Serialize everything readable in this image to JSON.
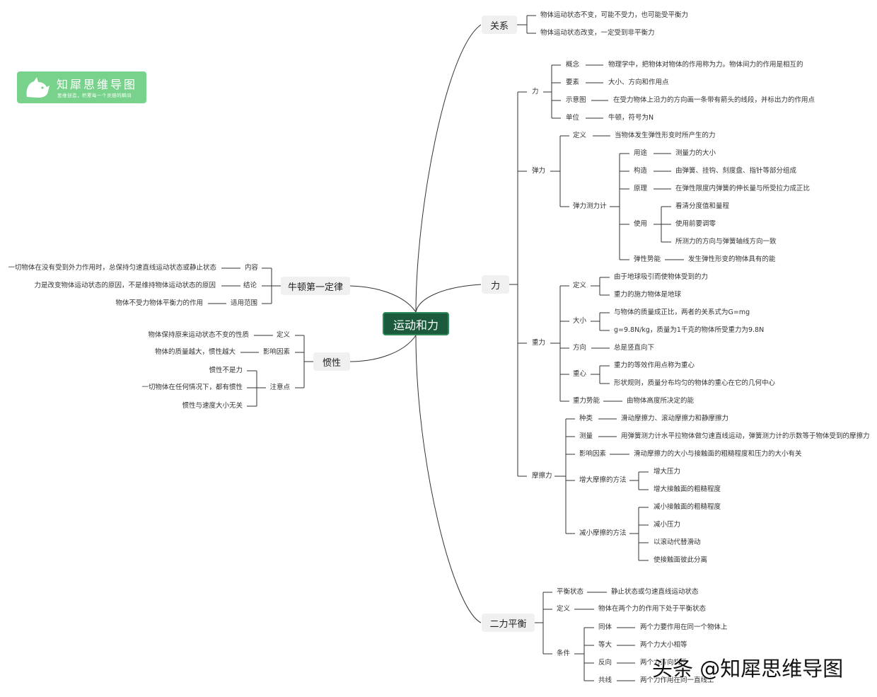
{
  "center": "运动和力",
  "logo": {
    "title": "知犀思维导图",
    "subtitle": "思维创造，积累每一个灵感的瞬间"
  },
  "watermark": "头条 @知犀思维导图",
  "relation": {
    "label": "关系",
    "items": [
      "物体运动状态不变，可能不受力，也可能受平衡力",
      "物体运动状态改变，一定受到非平衡力"
    ]
  },
  "force": {
    "label": "力",
    "basic": {
      "label": "力",
      "items": [
        {
          "k": "概念",
          "v": "物理学中，把物体对物体的作用称为力。物体间力的作用是相互的"
        },
        {
          "k": "要素",
          "v": "大小、方向和作用点"
        },
        {
          "k": "示意图",
          "v": "在受力物体上沿力的方向画一条带有箭头的线段，并标出力的作用点"
        },
        {
          "k": "单位",
          "v": "牛顿，符号为N"
        }
      ]
    },
    "elastic": {
      "label": "弹力",
      "def_k": "定义",
      "def_v": "当物体发生弹性形变时所产生的力",
      "meter": {
        "label": "弹力测力计",
        "use_k": "用途",
        "use_v": "测量力的大小",
        "build_k": "构造",
        "build_v": "由弹簧、挂钩、刻度盘、指针等部分组成",
        "principle_k": "原理",
        "principle_v": "在弹性限度内弹簧的伸长量与所受拉力成正比",
        "usage_k": "使用",
        "usage_items": [
          "看清分度值和量程",
          "使用前要调零",
          "所测力的方向与弹簧轴线方向一致"
        ]
      },
      "pe_k": "弹性势能",
      "pe_v": "发生弹性形变的物体具有的能"
    },
    "gravity": {
      "label": "重力",
      "def_k": "定义",
      "def_items": [
        "由于地球吸引而使物体受到的力",
        "重力的施力物体是地球"
      ],
      "size_k": "大小",
      "size_items": [
        "与物体的质量成正比，两者的关系式为G=mg",
        "g=9.8N/kg，质量为1千克的物体所受重力为9.8N"
      ],
      "dir_k": "方向",
      "dir_v": "总是竖直向下",
      "cg_k": "重心",
      "cg_items": [
        "重力的等效作用点称为重心",
        "形状规则，质量分布均匀的物体的重心在它的几何中心"
      ],
      "pe_k": "重力势能",
      "pe_v": "由物体高度所决定的能"
    },
    "friction": {
      "label": "摩擦力",
      "kind_k": "种类",
      "kind_v": "滑动摩擦力、滚动摩擦力和静摩擦力",
      "measure_k": "测量",
      "measure_v": "用弹簧测力计水平拉物体做匀速直线运动，弹簧测力计的示数等于物体受到的摩擦力",
      "factor_k": "影响因素",
      "factor_v": "滑动摩擦力的大小与接触面的粗糙程度和压力的大小有关",
      "inc_k": "增大摩擦的方法",
      "inc_items": [
        "增大压力",
        "增大接触面的粗糙程度"
      ],
      "dec_k": "减小摩擦的方法",
      "dec_items": [
        "减小接触面的粗糙程度",
        "减小压力",
        "以滚动代替滑动",
        "使接触面彼此分离"
      ]
    }
  },
  "balance": {
    "label": "二力平衡",
    "state_k": "平衡状态",
    "state_v": "静止状态或匀速直线运动状态",
    "def_k": "定义",
    "def_v": "物体在两个力的作用下处于平衡状态",
    "cond_k": "条件",
    "conds": [
      {
        "k": "同体",
        "v": "两个力要作用在同一个物体上"
      },
      {
        "k": "等大",
        "v": "两个力大小相等"
      },
      {
        "k": "反向",
        "v": "两个力方向相反"
      },
      {
        "k": "共线",
        "v": "两个力作用在同一直线上"
      }
    ]
  },
  "newton": {
    "label": "牛顿第一定律",
    "items": [
      {
        "k": "内容",
        "v": "一切物体在没有受到外力作用时，总保持匀速直线运动状态或静止状态"
      },
      {
        "k": "结论",
        "v": "力是改变物体运动状态的原因，不是维持物体运动状态的原因"
      },
      {
        "k": "适用范围",
        "v": "物体不受力物体平衡力的作用"
      }
    ]
  },
  "inertia": {
    "label": "惯性",
    "def_k": "定义",
    "def_v": "物体保持原来运动状态不变的性质",
    "factor_k": "影响因素",
    "factor_v": "物体的质量越大，惯性越大",
    "note_k": "注意点",
    "note_items": [
      "惯性不是力",
      "一切物体在任何情况下，都有惯性",
      "惯性与速度大小无关"
    ]
  }
}
